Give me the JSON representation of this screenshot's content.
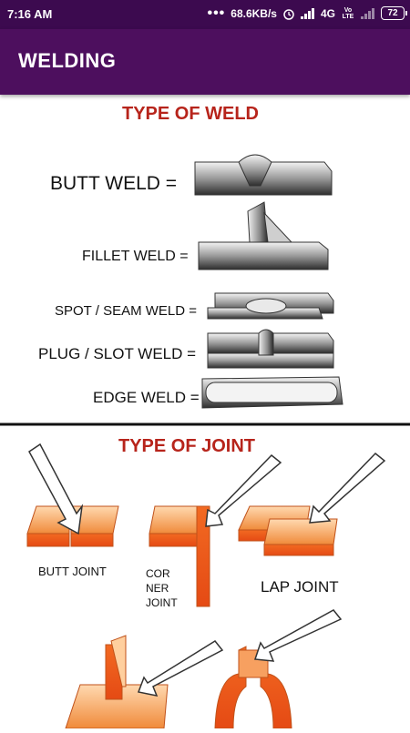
{
  "status": {
    "time": "7:16 AM",
    "speed": "68.6KB/s",
    "network": "4G",
    "network_sub": "Vo LTE",
    "battery": "72",
    "icons": [
      "more-dots-icon",
      "alarm-icon",
      "signal-icon",
      "battery-icon"
    ]
  },
  "appbar": {
    "title": "WELDING"
  },
  "welds": {
    "heading": "TYPE OF WELD",
    "items": [
      "BUTT WELD =",
      "FILLET WELD =",
      "SPOT / SEAM WELD =",
      "PLUG / SLOT WELD =",
      "EDGE WELD ="
    ]
  },
  "joints": {
    "heading": "TYPE OF JOINT",
    "butt": "BUTT JOINT",
    "corner": [
      "COR",
      "NER",
      "JOINT"
    ],
    "lap": "LAP JOINT"
  },
  "colors": {
    "statusbar": "#3c0a4f",
    "appbar": "#4d0f5e",
    "heading_red": "#b7241b",
    "joint_orange": "#f08a3a"
  }
}
